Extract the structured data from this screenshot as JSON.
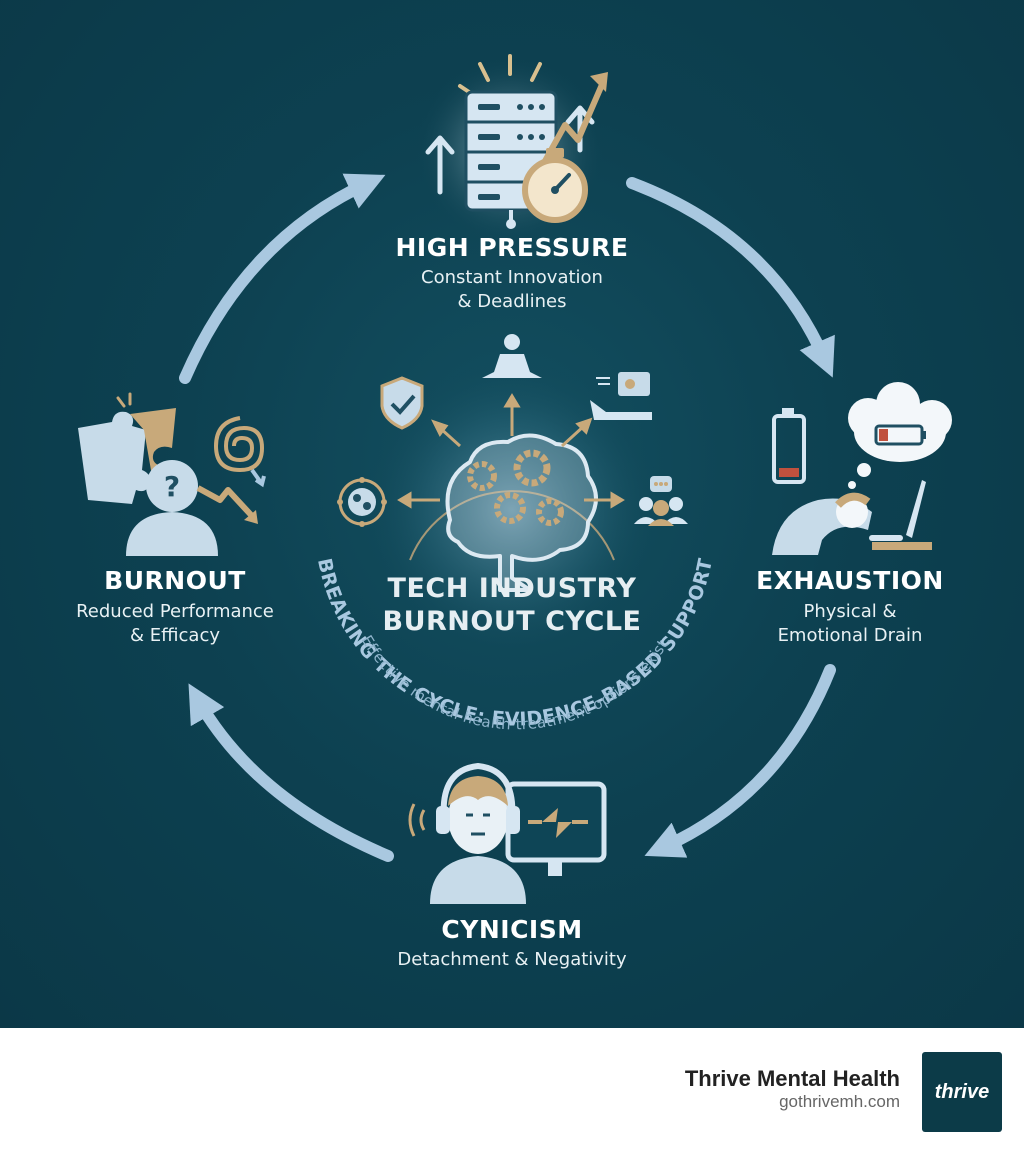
{
  "stages": {
    "high_pressure": {
      "title": "HIGH PRESSURE",
      "line1": "Constant Innovation",
      "line2": "& Deadlines"
    },
    "exhaustion": {
      "title": "EXHAUSTION",
      "line1": "Physical &",
      "line2": "Emotional Drain"
    },
    "cynicism": {
      "title": "CYNICISM",
      "line1": "Detachment & Negativity"
    },
    "burnout": {
      "title": "BURNOUT",
      "line1": "Reduced Performance",
      "line2": "& Efficacy"
    }
  },
  "center": {
    "title_line1": "TECH INDUSTRY",
    "title_line2": "BURNOUT CYCLE",
    "arc_text": "BREAKING THE CYCLE: EVIDENCE-BASED SUPPORT",
    "arc_subtext": "Effective mental health treatment options exist."
  },
  "footer": {
    "brand_name": "Thrive Mental Health",
    "brand_url": "gothrivemh.com",
    "logo_text": "thrive"
  },
  "colors": {
    "background": "#0d4151",
    "arrow": "#a9c8e0",
    "gold": "#c8a97a",
    "icon_light": "#d6e6f2",
    "footer": "#ffffff",
    "logo_bg": "#0c3b48"
  },
  "icons": [
    "server-icon",
    "stopwatch-icon",
    "battery-icon",
    "thought-cloud-icon",
    "tired-worker-icon",
    "headphones-person-icon",
    "monitor-icon",
    "puzzle-icon",
    "confused-person-icon",
    "spiral-icon",
    "brain-gears-icon",
    "meditation-icon",
    "shield-check-icon",
    "therapy-couch-icon",
    "support-group-icon",
    "molecule-icon"
  ]
}
